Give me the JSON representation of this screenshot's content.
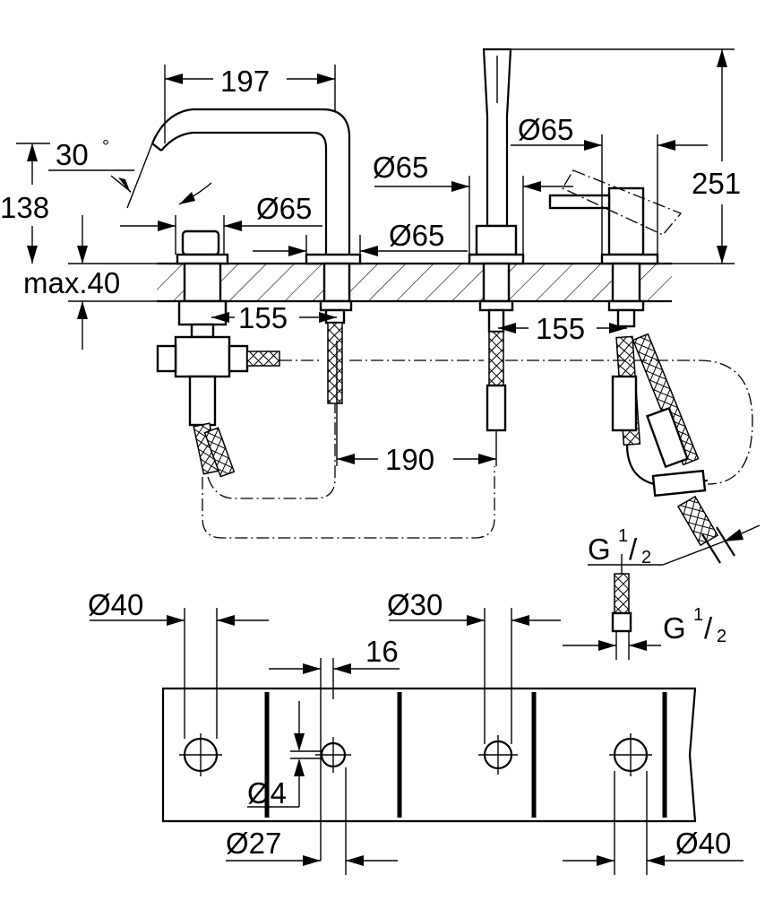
{
  "dims": {
    "d197": "197",
    "d30": "30",
    "deg": "°",
    "d138": "138",
    "d65a": "Ø65",
    "d65b": "Ø65",
    "d65c": "Ø65",
    "d65d": "Ø65",
    "d251": "251",
    "max40": "max.40",
    "d155a": "155",
    "d155b": "155",
    "d190": "190",
    "g1": "G",
    "g1_num": "1",
    "g1_sep": "/",
    "g1_den": "2",
    "g2": "G",
    "g2_num": "1",
    "g2_sep": "/",
    "g2_den": "2",
    "d40a": "Ø40",
    "d30b": "Ø30",
    "d16": "16",
    "d4": "Ø4",
    "d27": "Ø27",
    "d40b": "Ø40"
  }
}
